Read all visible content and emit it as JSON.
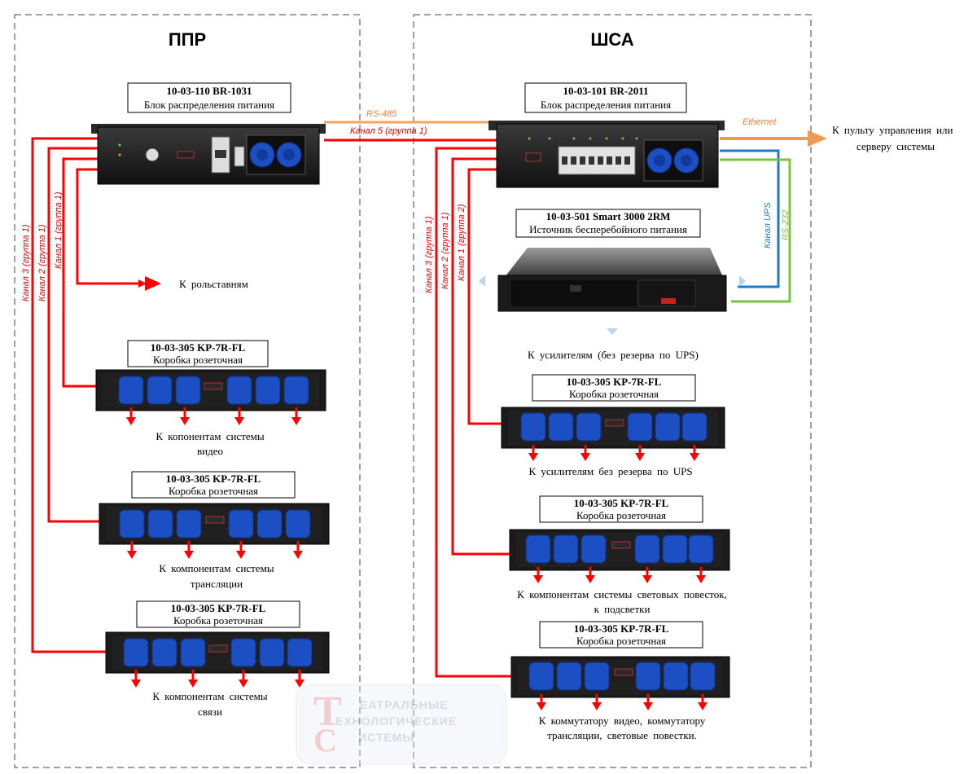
{
  "zones": {
    "left_title": "ППР",
    "right_title": "ШСА"
  },
  "devices": {
    "br1031": {
      "code": "10-03-110 BR-1031",
      "name": "Блок распределения питания"
    },
    "br2011": {
      "code": "10-03-101 BR-2011",
      "name": "Блок распределения питания"
    },
    "ups": {
      "code": "10-03-501 Smart 3000 2RM",
      "name": "Источник бесперебойного питания"
    },
    "kp_l1": {
      "code": "10-03-305 KP-7R-FL",
      "name": "Коробка розеточная"
    },
    "kp_l2": {
      "code": "10-03-305 KP-7R-FL",
      "name": "Коробка розеточная"
    },
    "kp_l3": {
      "code": "10-03-305 KP-7R-FL",
      "name": "Коробка розеточная"
    },
    "kp_r1": {
      "code": "10-03-305 KP-7R-FL",
      "name": "Коробка розеточная"
    },
    "kp_r2": {
      "code": "10-03-305 KP-7R-FL",
      "name": "Коробка розеточная"
    },
    "kp_r3": {
      "code": "10-03-305 KP-7R-FL",
      "name": "Коробка розеточная"
    }
  },
  "links": {
    "rs485": "RS-485",
    "ch5": "Канал 5 (группа 1)",
    "ethernet": "Ethernet",
    "ch_ups": "Канал UPS",
    "rs232": "RS-232",
    "l_ch3": "Канал 3 (группа 1)",
    "l_ch2": "Канал 2 (группа 1)",
    "l_ch1": "Канал 1 (группа 1)",
    "r_ch3": "Канал 3 (группа 1)",
    "r_ch2": "Канал 2 (группа 1)",
    "r_ch1": "Канал 1 (группа 2)"
  },
  "notes": {
    "to_console_1": "К пульту управления или",
    "to_console_2": "серверу системы",
    "to_dimmers": "К рольставням",
    "to_amps_noups": "К усилителям (без резерва по UPS)",
    "video_1": "К копонентам системы",
    "video_2": "видео",
    "broadcast_1": "К компонентам системы",
    "broadcast_2": "трансляции",
    "comm_1": "К компонентам системы",
    "comm_2": "связи",
    "amps_2": "К усилителям без резерва по UPS",
    "light_1": "К компонентам системы световых повесток,",
    "light_2": "к подсветки",
    "switch_1": "К коммутатору видео, коммутатору",
    "switch_2": "трансляции, световые повестки."
  },
  "watermark": {
    "line1": "ЕАТРАЛЬНЫЕ",
    "line2": "ЕХНОЛОГИЧЕСКИЕ",
    "line3": "ИСТЕМЫ"
  },
  "colors": {
    "power": "#ff0000",
    "rs485": "#f4a460",
    "ethernet": "#f09a50",
    "ups_link": "#1e7ac8",
    "rs232": "#7cc242",
    "socket": "#1d4fc4",
    "device": "#1c1c1c"
  }
}
